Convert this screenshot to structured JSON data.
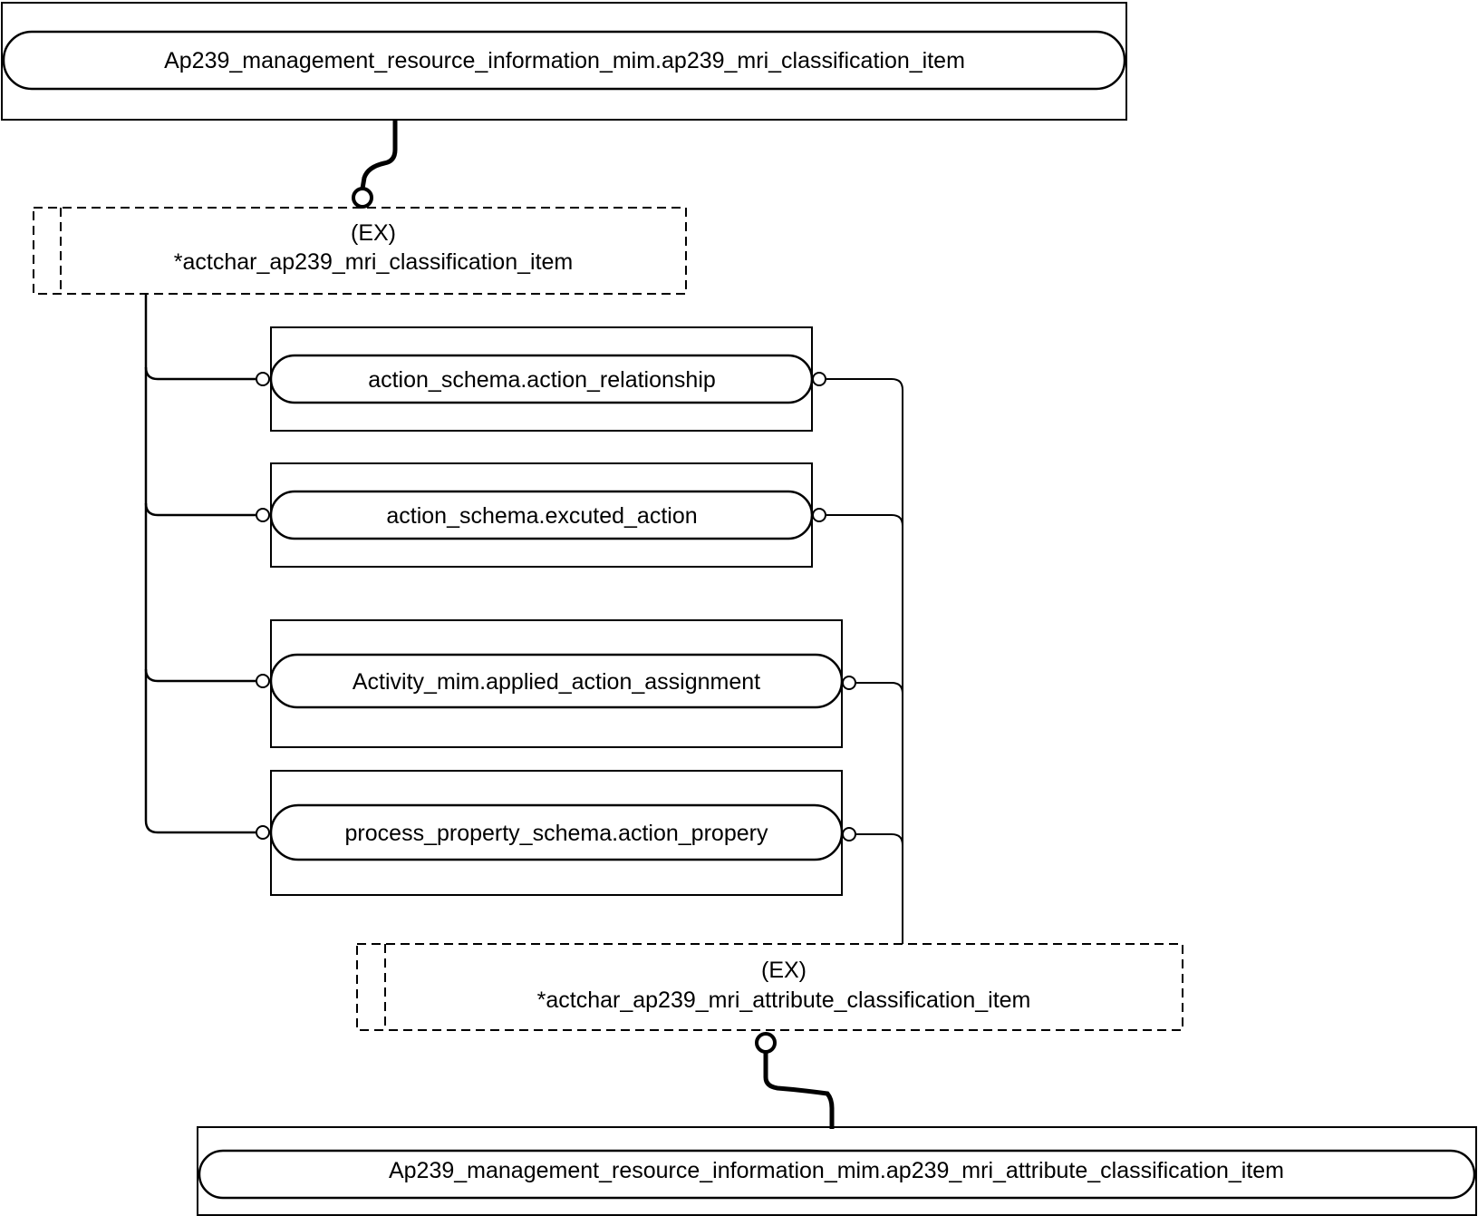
{
  "diagram": {
    "type": "EXPRESS-G schema diagram",
    "top_entity": {
      "label": "Ap239_management_resource_information_mim.ap239_mri_classification_item"
    },
    "select_top": {
      "marker": "(EX)",
      "label": "*actchar_ap239_mri_classification_item"
    },
    "items": [
      {
        "label": "action_schema.action_relationship"
      },
      {
        "label": "action_schema.excuted_action"
      },
      {
        "label": "Activity_mim.applied_action_assignment"
      },
      {
        "label": "process_property_schema.action_propery"
      }
    ],
    "select_bottom": {
      "marker": "(EX)",
      "label": "*actchar_ap239_mri_attribute_classification_item"
    },
    "bottom_entity": {
      "label": "Ap239_management_resource_information_mim.ap239_mri_attribute_classification_item"
    }
  }
}
